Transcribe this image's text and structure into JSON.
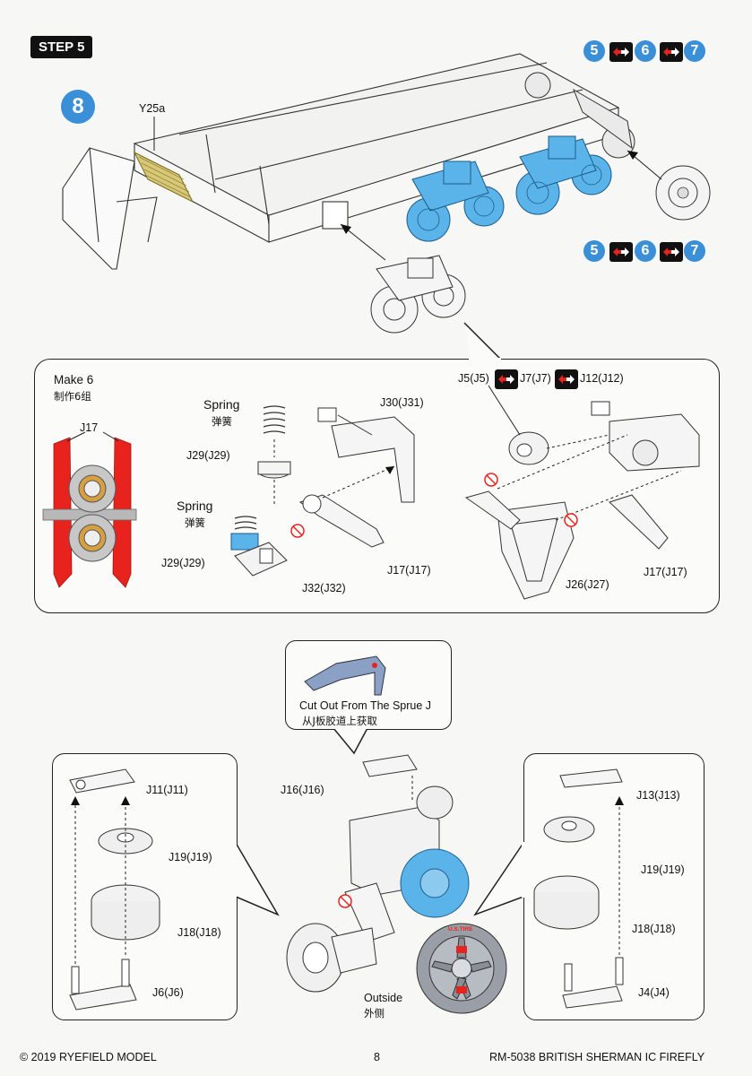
{
  "step": {
    "label": "STEP 5",
    "part_callout": "8"
  },
  "sequence_top": [
    "5",
    "6",
    "7"
  ],
  "sequence_mid": [
    "5",
    "6",
    "7"
  ],
  "labels": {
    "y25a": "Y25a",
    "make_en": "Make 6",
    "make_cn": "制作6组",
    "j17_red": "J17",
    "spring1_en": "Spring",
    "spring1_cn": "弹簧",
    "spring2_en": "Spring",
    "spring2_cn": "弹簧",
    "j29_upper": "J29(J29)",
    "j29_lower": "J29(J29)",
    "j30": "J30(J31)",
    "j17_mid": "J17(J17)",
    "j32": "J32(J32)",
    "j5": "J5(J5)",
    "j7": "J7(J7)",
    "j12": "J12(J12)",
    "j26": "J26(J27)",
    "j17_right": "J17(J17)",
    "cut_en": "Cut Out From The Sprue J",
    "cut_cn": "从J板胶道上获取",
    "j16": "J16(J16)",
    "j11": "J11(J11)",
    "j19_left": "J19(J19)",
    "j18_left": "J18(J18)",
    "j6": "J6(J6)",
    "j13": "J13(J13)",
    "j19_right": "J19(J19)",
    "j18_right": "J18(J18)",
    "j4": "J4(J4)",
    "outside_en": "Outside",
    "outside_cn": "外侧",
    "tire_text": "U.S.TIRE"
  },
  "footer": {
    "copyright": "© 2019 RYEFIELD MODEL",
    "page": "8",
    "product": "RM-5038 BRITISH SHERMAN IC FIREFLY"
  },
  "colors": {
    "accent_blue": "#3a8fd6",
    "highlight_blue": "#5ab4ea",
    "part_red": "#e8231e",
    "black": "#111111"
  }
}
